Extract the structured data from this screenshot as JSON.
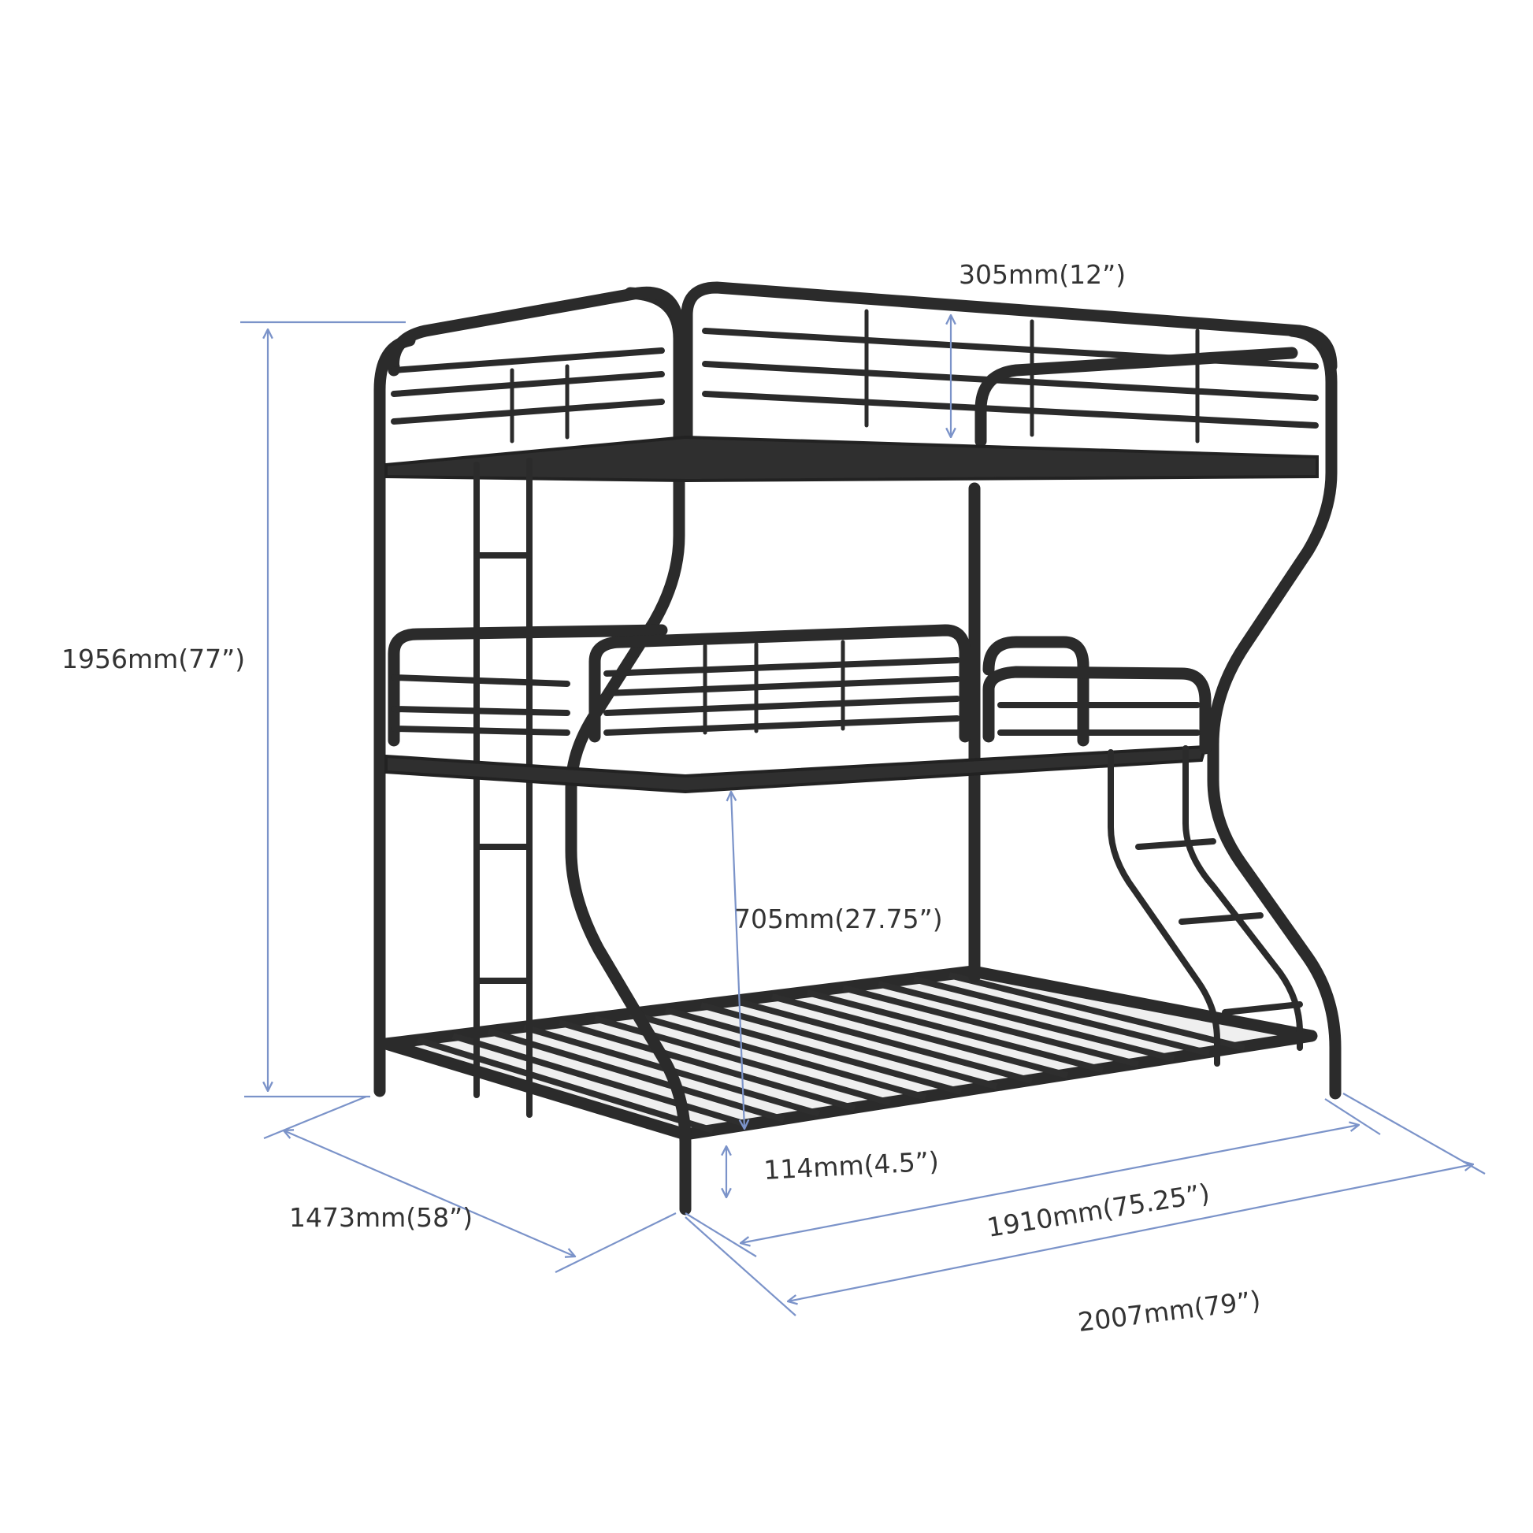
{
  "dimensions": {
    "top_guardrail_height": "305mm(12”)",
    "overall_height": "1956mm(77”)",
    "bottom_bunk_clearance": "705mm(27.75”)",
    "floor_clearance": "114mm(4.5”)",
    "overall_width": "1473mm(58”)",
    "inner_length": "1910mm(75.25”)",
    "overall_length": "2007mm(79”)"
  },
  "colors": {
    "dimension_line": "#7b93c9",
    "frame": "#2b2b2b",
    "label_text": "#333333"
  }
}
